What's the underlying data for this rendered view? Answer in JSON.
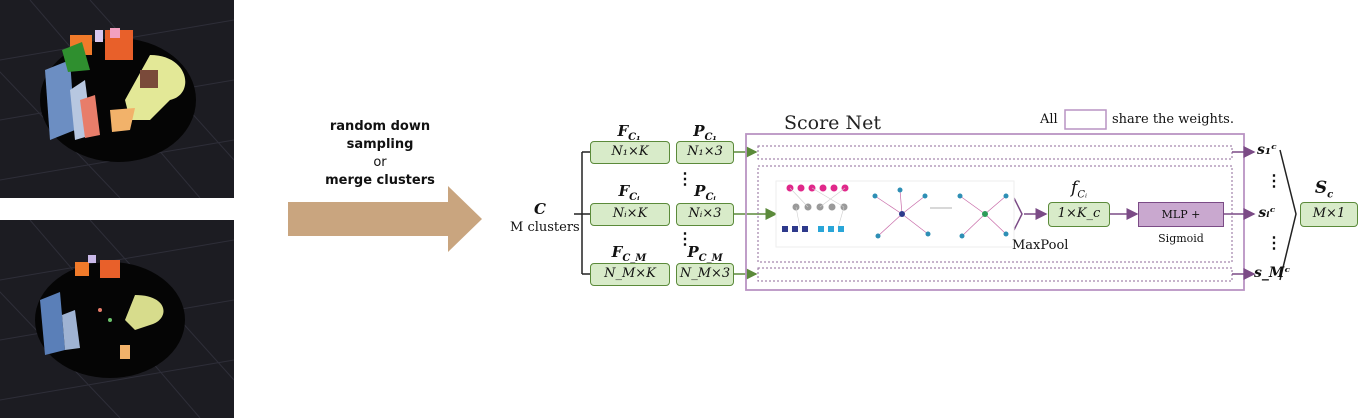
{
  "caption": {
    "line1": "random down",
    "line2": "sampling",
    "line3": "or",
    "line4": "merge clusters"
  },
  "clusters": {
    "symbol": "C",
    "label": "M clusters"
  },
  "rows": [
    {
      "f_label": "F",
      "f_sub": "C₁",
      "p_label": "P",
      "p_sub": "C₁",
      "f_box": "N₁×K",
      "p_box": "N₁×3"
    },
    {
      "f_label": "F",
      "f_sub": "Cᵢ",
      "p_label": "P",
      "p_sub": "Cᵢ",
      "f_box": "Nᵢ×K",
      "p_box": "Nᵢ×3"
    },
    {
      "f_label": "F",
      "f_sub": "C_M",
      "p_label": "P",
      "p_sub": "C_M",
      "f_box": "N_M×K",
      "p_box": "N_M×3"
    }
  ],
  "scorenet": {
    "title": "Score Net",
    "note_all": "All",
    "note_rest": "share the weights.",
    "maxpool": "MaxPool",
    "fc_label": "f",
    "fc_sub": "Cᵢ",
    "fc_box": "1×K_c",
    "mlp": "MLP + Sigmoid"
  },
  "outputs": {
    "s1": "s₁ᶜ",
    "si": "sᵢᶜ",
    "sm": "s_Mᶜ",
    "sc_label": "S",
    "sc_sub": "c",
    "sc_box": "M×1"
  },
  "colors": {
    "green_fill": "#d8ebc9",
    "green_border": "#5b8a3a",
    "purple": "#7b4b86",
    "arrow_block": "#c9a57f"
  }
}
